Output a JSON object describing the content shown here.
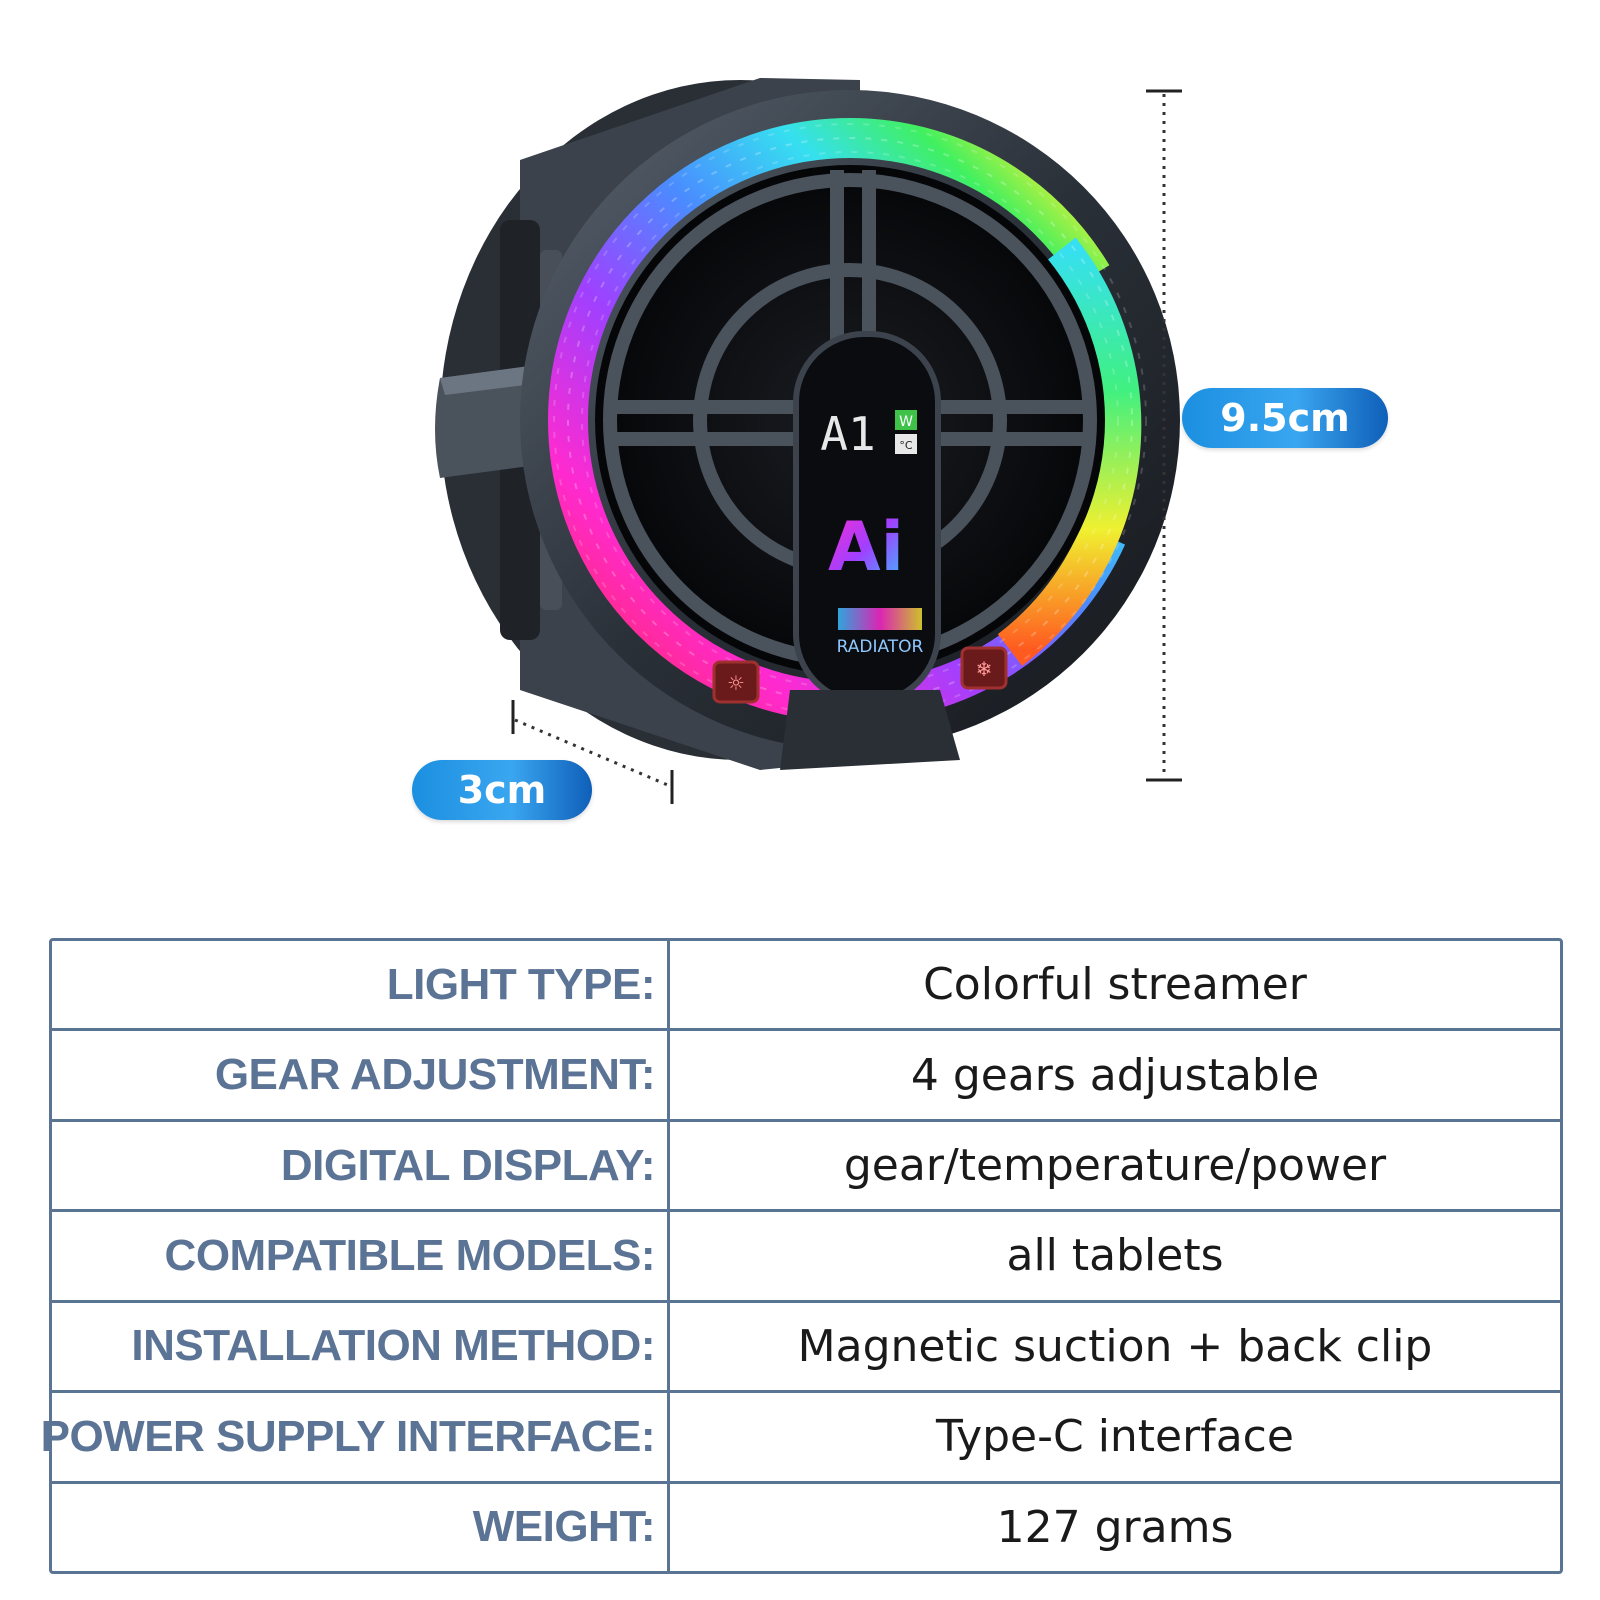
{
  "dimensions": {
    "height_label": "9.5cm",
    "depth_label": "3cm"
  },
  "device": {
    "display_text": "A1",
    "indicator_w": "W",
    "indicator_c": "°C",
    "logo_text": "Ai",
    "brand_text": "RADIATOR"
  },
  "specs": [
    {
      "label": "LIGHT TYPE:",
      "value": "Colorful streamer"
    },
    {
      "label": "GEAR ADJUSTMENT:",
      "value": "4 gears adjustable"
    },
    {
      "label": "DIGITAL DISPLAY:",
      "value": "gear/temperature/power"
    },
    {
      "label": "COMPATIBLE MODELS:",
      "value": "all tablets"
    },
    {
      "label": "INSTALLATION METHOD:",
      "value": "Magnetic suction + back clip"
    },
    {
      "label": "POWER SUPPLY INTERFACE:",
      "value": "Type-C interface"
    },
    {
      "label": "WEIGHT:",
      "value": "127 grams"
    }
  ],
  "colors": {
    "table_border": "#5a7494",
    "label_text": "#5b7394",
    "value_text": "#1a1a1a",
    "pill_blue": "#1b8fe0"
  }
}
